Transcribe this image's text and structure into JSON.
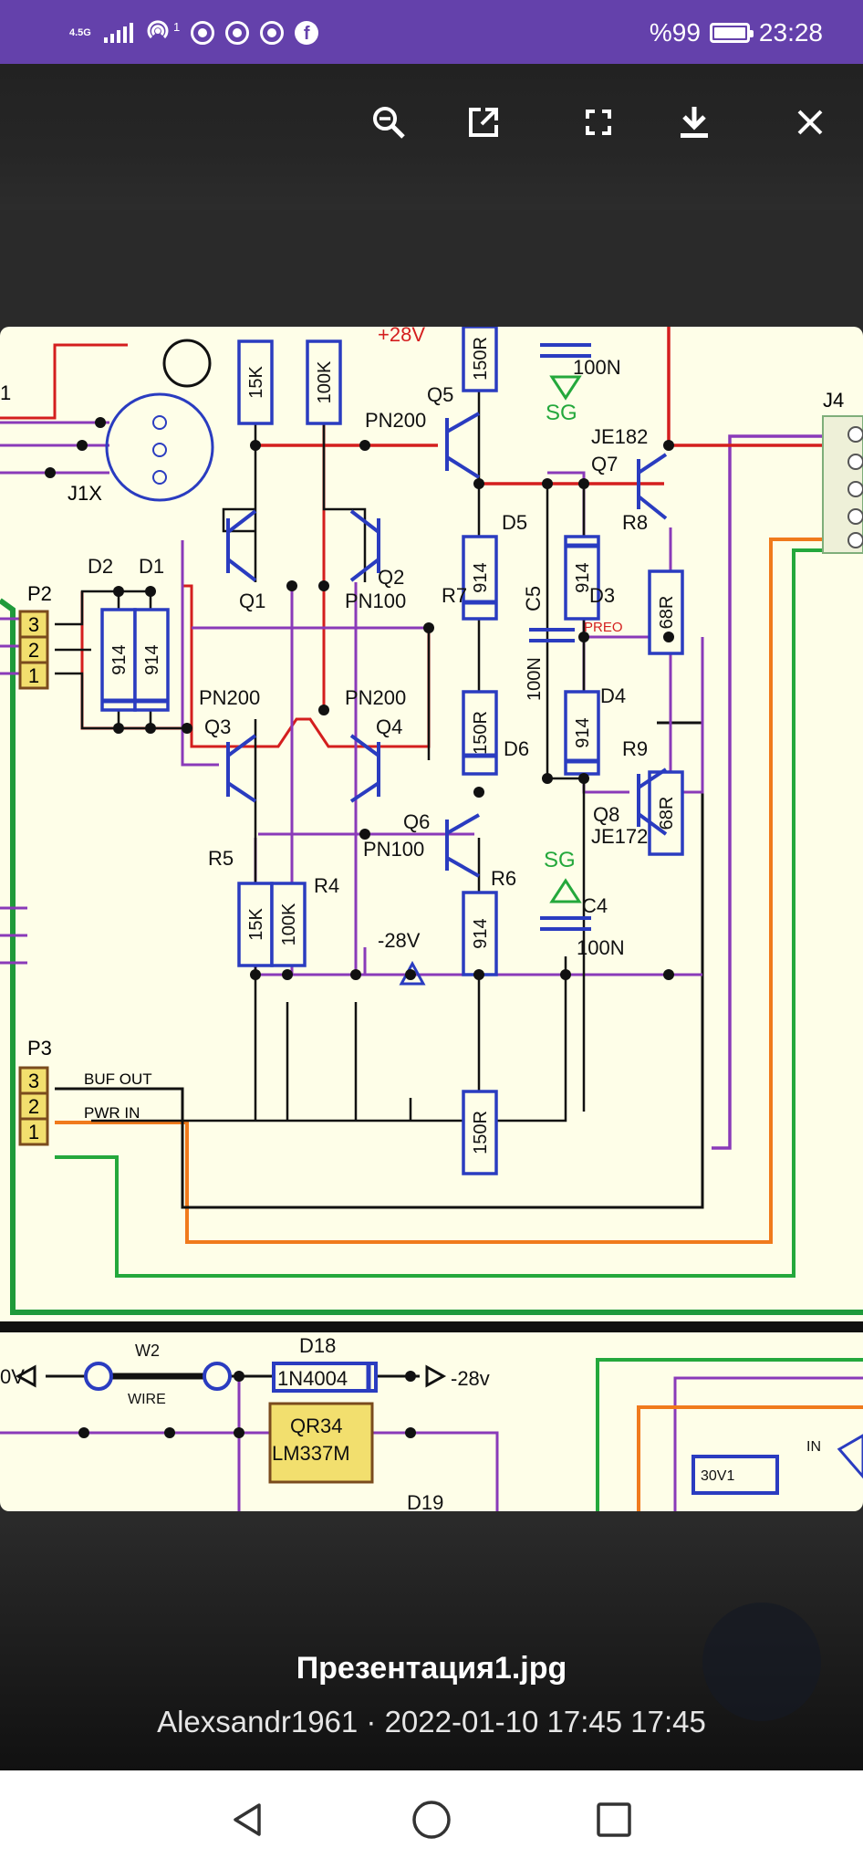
{
  "status_bar": {
    "network_label": "4.5G",
    "hotspot_count": "1",
    "battery_text": "%99",
    "time": "23:28",
    "icons": [
      "signal-icon",
      "hotspot-icon",
      "chrome-icon",
      "chrome-icon",
      "chrome-icon",
      "facebook-icon",
      "battery-icon"
    ]
  },
  "toolbar": {
    "buttons": [
      {
        "name": "zoom-out",
        "icon": "magnifier-minus-icon"
      },
      {
        "name": "open-external",
        "icon": "open-in-new-icon"
      },
      {
        "name": "fullscreen",
        "icon": "fullscreen-icon"
      },
      {
        "name": "download",
        "icon": "download-icon"
      },
      {
        "name": "close",
        "icon": "close-icon"
      }
    ]
  },
  "schematic": {
    "labels": {
      "plus28v": "+28V",
      "r_150r_top": "150R",
      "c_100n_top": "100N",
      "sg_top": "SG",
      "j4": "J4",
      "j1": "1",
      "j1x": "J1X",
      "r15k": "15K",
      "r100k": "100K",
      "q5": "Q5",
      "pn200_q5": "PN200",
      "je182": "JE182",
      "q7": "Q7",
      "r8": "R8",
      "d5": "D5",
      "d_914_a": "914",
      "d_914_b": "914",
      "r_68r_a": "68R",
      "q1": "Q1",
      "q2": "Q2",
      "pn100_q2": "PN100",
      "d2": "D2",
      "d1": "D1",
      "p2": "P2",
      "d_914_c": "914",
      "d_914_d": "914",
      "p2_3": "3",
      "p2_2": "2",
      "p2_1": "1",
      "r7": "R7",
      "r_150r_mid": "150R",
      "c5": "C5",
      "c_100n_mid": "100N",
      "d3": "D3",
      "preo": "PREO",
      "pn200_q3": "PN200",
      "pn200_q4": "PN200",
      "q3": "Q3",
      "q4": "Q4",
      "d4": "D4",
      "d_914_e": "914",
      "r_68r_b": "68R",
      "r9": "R9",
      "d6": "D6",
      "d_914_f": "914",
      "q6": "Q6",
      "pn100_q6": "PN100",
      "q8": "Q8",
      "je172": "JE172",
      "r5": "R5",
      "r6": "R6",
      "sg_bot": "SG",
      "c4": "C4",
      "c_100n_bot": "100N",
      "r4": "R4",
      "r15k_b": "15K",
      "r100k_b": "100K",
      "r_150r_bot": "150R",
      "minus28v": "-28V",
      "p3": "P3",
      "buf_out": "BUF OUT",
      "pwr_in": "PWR IN",
      "p3_3": "3",
      "p3_2": "2",
      "p3_1": "1",
      "ov": "0V",
      "w2": "W2",
      "wire": "WIRE",
      "d18": "D18",
      "in4004": "1N4004",
      "minus28v_b": "-28v",
      "qr34": "QR34",
      "lm337m": "LM337M",
      "d19": "D19",
      "in_mark": "IN",
      "part_cut": "30V1"
    }
  },
  "caption": {
    "title": "Презентация1.jpg",
    "subtitle": "Alexsandr1961 · 2022-01-10 17:45 17:45"
  },
  "navbar": {
    "buttons": [
      {
        "name": "back",
        "icon": "triangle-back-icon"
      },
      {
        "name": "home",
        "icon": "circle-home-icon"
      },
      {
        "name": "recents",
        "icon": "square-recents-icon"
      }
    ]
  }
}
